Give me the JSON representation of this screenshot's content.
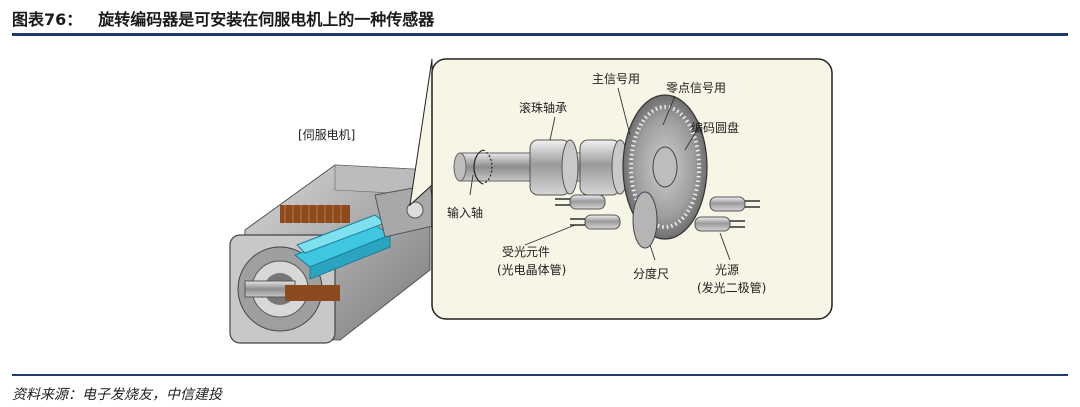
{
  "header": {
    "figure_number": "图表76：",
    "title": "旋转编码器是可安装在伺服电机上的一种传感器"
  },
  "figure": {
    "motor_label": "[伺服电机]",
    "labels": {
      "main_signal": "主信号用",
      "zero_signal": "零点信号用",
      "ball_bearing": "滚珠轴承",
      "code_disc": "编码圆盘",
      "input_shaft": "输入轴",
      "receiver_line1": "受光元件",
      "receiver_line2": "(光电晶体管)",
      "scale": "分度尺",
      "light_source_line1": "光源",
      "light_source_line2": "(发光二极管)"
    }
  },
  "footer": {
    "source": "资料来源：电子发烧友，中信建投"
  }
}
